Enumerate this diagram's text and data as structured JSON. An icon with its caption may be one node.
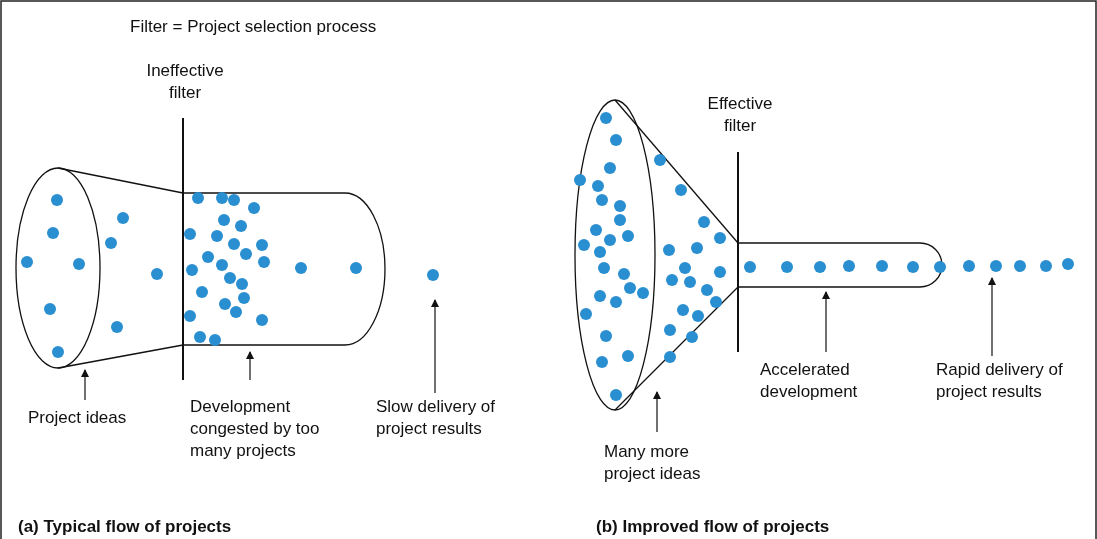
{
  "diagram": {
    "nodes": [
      {
        "text": [
          "Project ideas"
        ]
      },
      {
        "text": [
          "Development congested by too many projects"
        ]
      },
      {
        "text": [
          "Slow delivery of project results"
        ]
      },
      {
        "text": [
          "Many more project ideas"
        ]
      },
      {
        "text": [
          "Accelerated development"
        ]
      },
      {
        "text": [
          "Rapid delivery of project results"
        ]
      }
    ],
    "edges": [
      {
        "from": 0,
        "to": null,
        "arrow": "to"
      },
      {
        "from": 1,
        "to": null,
        "arrow": "to"
      },
      {
        "from": 2,
        "to": null,
        "arrow": "to"
      },
      {
        "from": 3,
        "to": null,
        "arrow": "to"
      },
      {
        "from": 4,
        "to": null,
        "arrow": "to"
      },
      {
        "from": 5,
        "to": null,
        "arrow": "to"
      }
    ],
    "labels": [
      "Filter = Project selection process",
      "Ineffective filter",
      "Effective filter",
      "(a) Typical flow of projects",
      "(b) Improved flow of projects"
    ]
  }
}
